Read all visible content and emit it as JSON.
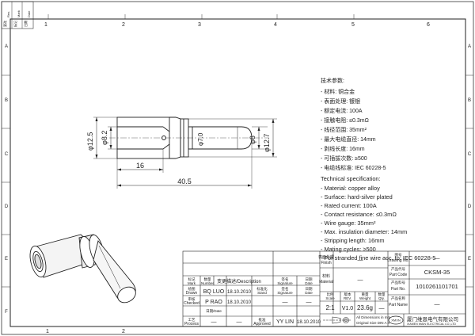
{
  "frame": {
    "col_numbers": [
      "1",
      "2",
      "3",
      "4",
      "5",
      "6"
    ],
    "row_letters": [
      "A",
      "B",
      "C",
      "D",
      "E",
      "F"
    ],
    "corner_labels": [
      "更改",
      "标记",
      "日期",
      "Rev.",
      "Mark",
      "Date"
    ]
  },
  "drawing": {
    "dims": {
      "d_outer": "φ12.5",
      "d_bore": "φ8.2",
      "d_pin": "φ7.0",
      "d_tip": "φ8",
      "d_collar": "φ12.7",
      "len_16": "16",
      "len_total": "40.5"
    }
  },
  "spec": {
    "cn_title": "技术参数:",
    "cn_items": [
      "- 材料: 铜合金",
      "- 表面处理: 镀银",
      "- 额定电流: 100A",
      "- 接触电阻: ≤0.3mΩ",
      "- 线径范围: 35mm²",
      "- 最大电缆直径: 14mm",
      "- 剥线长度: 16mm",
      "- 可插拔次数: ≥500",
      "- 电缆线标准: IEC 60228-5"
    ],
    "en_title": "Technical specification:",
    "en_items": [
      "- Material: copper alloy",
      "- Surface: hard-silver plated",
      "- Rated current: 100A",
      "- Contact resistance: ≤0.3mΩ",
      "- Wire gauge: 35mm²",
      "- Max. insulation diameter: 14mm",
      "- Stripping length: 16mm",
      "- Mating cycles: ≥500",
      "- For stranded fine wire acc. to: IEC 60228-5"
    ]
  },
  "title_block": {
    "rev_mark_cn": "标记",
    "rev_mark_en": "Mark",
    "rev_num_cn": "数量",
    "rev_num_en": "Number",
    "rev_desc": "变更描述/Description",
    "rev_sign_cn": "签名",
    "rev_sign_en": "Signature",
    "rev_date_cn": "日期",
    "rev_date_en": "Date",
    "drawn_cn": "绘图",
    "drawn_en": "Drawn",
    "drawn_name": "BQ LUO",
    "drawn_date": "18.10.2010",
    "checked_cn": "审核",
    "checked_en": "Checked",
    "checked_name": "P RAO",
    "checked_date": "18.10.2010",
    "process_cn": "工艺",
    "process_en": "Process",
    "process_name": "—",
    "sign_date_cn": "日期/Date",
    "sign_date_en": "",
    "stand_cn": "标准化",
    "stand_en": "Stand",
    "approved_cn": "批准",
    "approved_en": "Approved",
    "approved_name": "YY LIN",
    "approved_date": "18.10.2010",
    "finish_cn": "表面处理",
    "finish_en": "Finish",
    "finish_val": "—",
    "material_cn": "材料",
    "material_en": "Material",
    "material_val": "—",
    "scale_cn": "比例",
    "scale_en": "Scale",
    "scale_val": "2:1",
    "rev_cn": "版本",
    "rev_en": "REV.",
    "rev_val": "V1.0",
    "weight_cn": "重量",
    "weight_en": "Weight",
    "weight_val": "23.6g",
    "qty_cn": "数量",
    "qty_en": "Qty.",
    "qty_val": "—",
    "dash": "—",
    "drawing_no_cn": "图号",
    "drawing_no_en": "Drawing No.",
    "drawing_no_val": "—",
    "part_code_cn": "产品代号",
    "part_code_en": "Part Code",
    "part_code_val": "CKSM-35",
    "part_no_cn": "产品料号",
    "part_no_en": "Part No.",
    "part_no_val": "1010261101701",
    "part_name_cn": "产品名称",
    "part_name_en": "Part Name",
    "part_name_val": "—",
    "units_line1": "All Dimensions in mm",
    "units_line2": "Original Size DIN A 4",
    "logo_text": "XMXN",
    "company_cn": "厦门维恩电气有限公司",
    "company_en": "XIAMEN WAIN ELECTRICAL CO.,LTD"
  }
}
